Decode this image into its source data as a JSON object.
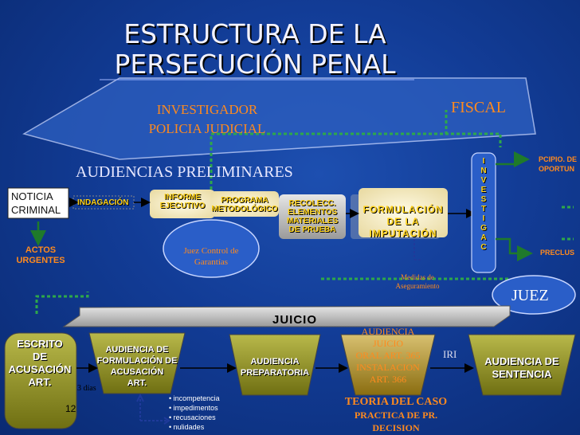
{
  "title": {
    "line1": "ESTRUCTURA DE LA",
    "line2": "PERSECUCIÓN PENAL"
  },
  "top": {
    "investigador": "INVESTIGADOR",
    "policia": "POLICIA JUDICIAL",
    "fiscal": "FISCAL",
    "audiencias_preliminares": "AUDIENCIAS PRELIMINARES"
  },
  "prelim": {
    "noticia": "NOTICIA",
    "criminal": "CRIMINAL",
    "indagacion": "INDAGACIÓN",
    "informe": "INFORME",
    "ejecutivo": "EJECUTIVO",
    "programa": "PROGRAMA",
    "metodologico": "METODOLÓGICO",
    "recolecc": "RECOLECC.",
    "elementos": "ELEMENTOS",
    "materiales": "MATERIALES",
    "de_prueba": "DE PRUEBA",
    "formulacion": "FORMULACIÓN",
    "de_la": "DE LA",
    "imputacion": "IMPUTACIÓN",
    "actos": "ACTOS",
    "urgentes": "URGENTES",
    "juez_control": "Juez Control de",
    "garantias": "Garantías",
    "medidas": "Medidas de",
    "aseguramiento": "Aseguramiento"
  },
  "investiga_letters": [
    "I",
    "N",
    "V",
    "E",
    "S",
    "T",
    "I",
    "G",
    "A",
    "C"
  ],
  "right": {
    "pcipio": "PCIPIO. DE",
    "oportun": "OPORTUN",
    "preclus": "PRECLUS",
    "juez": "JUEZ"
  },
  "juicio": "JUICIO",
  "bottom": {
    "escrito": [
      "ESCRITO",
      "DE",
      "ACUSACIÓN",
      "ART."
    ],
    "tres_dias": "3 días",
    "page_num": "12",
    "aud_formulacion": [
      "AUDIENCIA DE",
      "FORMULACIÓN DE",
      "ACUSACIÓN",
      "ART."
    ],
    "aud_preparatoria": [
      "AUDIENCIA",
      "PREPARATORIA"
    ],
    "aud_juicio": [
      "AUDIENCIA",
      "JUICIO",
      "ORAL ART. 365",
      "INSTALACION",
      "ART. 366"
    ],
    "iri": "IRI",
    "aud_sentencia": [
      "AUDIENCIA DE",
      "SENTENCIA"
    ],
    "bullets": [
      "incompetencia",
      "impedimentos",
      "recusaciones",
      "nulidades"
    ],
    "teoria": "TEORIA DEL CASO",
    "practica": "PRACTICA DE PR.",
    "decision": "DECISION"
  },
  "colors": {
    "background": "#123c96",
    "title": "#f2f2ff",
    "orange_text": "#ff8a1e",
    "amber_text": "#ffd21a",
    "cream_box": "#fff8d6",
    "olive_shape": "#8a8a18",
    "arrow_green": "#1f7a2a",
    "dotted_line": "#2ea84a"
  }
}
